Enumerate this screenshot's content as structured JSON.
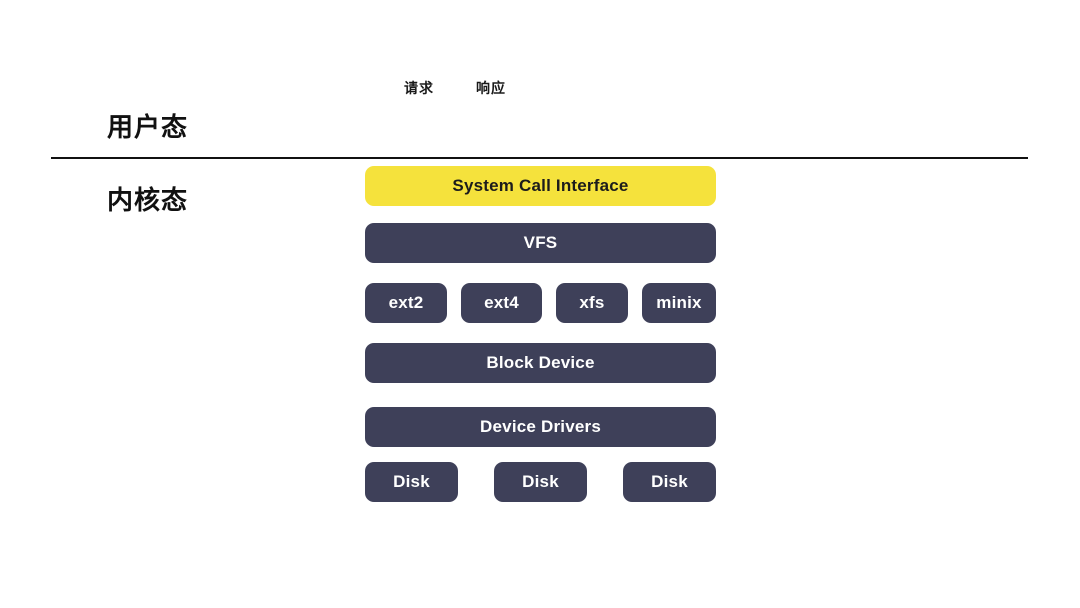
{
  "labels": {
    "request": "请求",
    "response": "响应",
    "user_mode": "用户态",
    "kernel_mode": "内核态"
  },
  "colors": {
    "highlight_box": "#F5E23C",
    "highlight_text": "#1c1c1c",
    "dark_box": "#3E4059",
    "dark_box_text": "#ffffff",
    "divider_line": "#111111",
    "background": "#ffffff"
  },
  "diagram": {
    "system_call_interface": "System Call Interface",
    "vfs": "VFS",
    "filesystems": {
      "ext2": "ext2",
      "ext4": "ext4",
      "xfs": "xfs",
      "minix": "minix"
    },
    "block_device": "Block Device",
    "device_drivers": "Device Drivers",
    "disks": {
      "disk1": "Disk",
      "disk2": "Disk",
      "disk3": "Disk"
    }
  }
}
